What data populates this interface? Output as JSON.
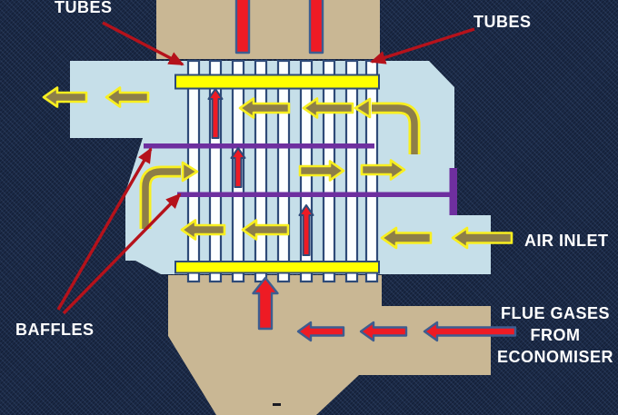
{
  "labels": {
    "tubes_left": "TUBES",
    "tubes_right": "TUBES",
    "baffles": "BAFFLES",
    "air_inlet": "AIR INLET",
    "flue_gases_line1": "FLUE GASES",
    "flue_gases_line2": "FROM",
    "flue_gases_line3": "ECONOMISER"
  },
  "colors": {
    "background_navy": "#1b2a47",
    "casing_tan": "#c9b794",
    "air_duct_blue": "#c6dfe9",
    "tube_sheet_yellow": "#ffff00",
    "tube_outline_blue": "#2e4a78",
    "baffle_purple": "#6e2f9f",
    "flue_gas_red": "#ee1b24",
    "flue_arrow_outline_blue": "#3d5d90",
    "air_flow_olive": "#8e7e48",
    "air_arrow_outline_yellow": "#f8ef20",
    "annotation_arrow_red": "#b5121b",
    "label_text_white": "#ffffff"
  }
}
